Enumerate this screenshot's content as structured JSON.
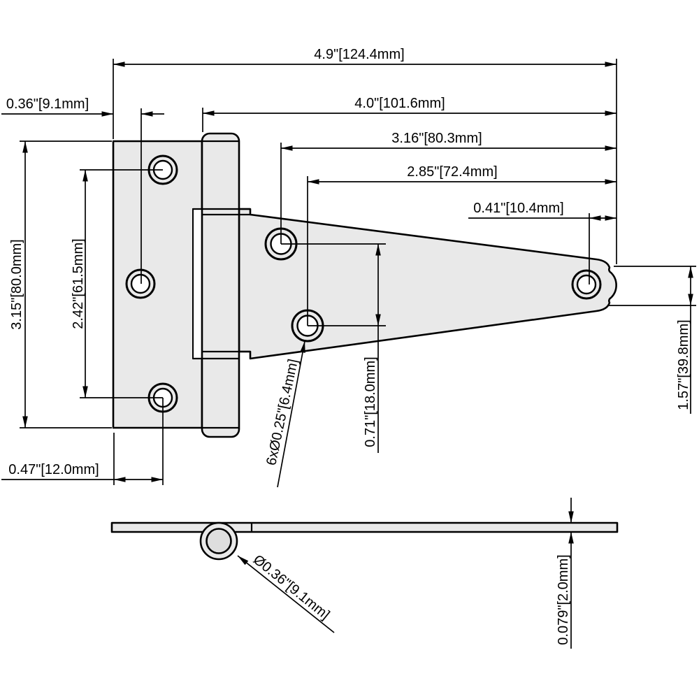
{
  "colors": {
    "part_fill": "#e9e9e9",
    "pin_fill": "#dedede",
    "line": "#000000",
    "background": "#ffffff"
  },
  "front_view": {
    "overall_length": "4.9\"[124.4mm]",
    "strap_length": "4.0\"[101.6mm]",
    "upper_hole_to_end": "3.16\"[80.3mm]",
    "lower_hole_to_end": "2.85\"[72.4mm]",
    "tip_hole_offset": "0.41\"[10.4mm]",
    "leaf_hole_inset": "0.36\"[9.1mm]",
    "leaf_height": "3.15\"[80.0mm]",
    "leaf_hole_spacing": "2.42\"[61.5mm]",
    "leaf_bottom_hole_inset": "0.47\"[12.0mm]",
    "strap_hole_spacing": "0.71\"[18.0mm]",
    "strap_end_width": "1.57\"[39.8mm]",
    "screw_hole_callout": "6xØ0.25\"[6.4mm]"
  },
  "side_view": {
    "pin_diameter_callout": "Ø0.36\"[9.1mm]",
    "thickness": "0.079\"[2.0mm]"
  }
}
